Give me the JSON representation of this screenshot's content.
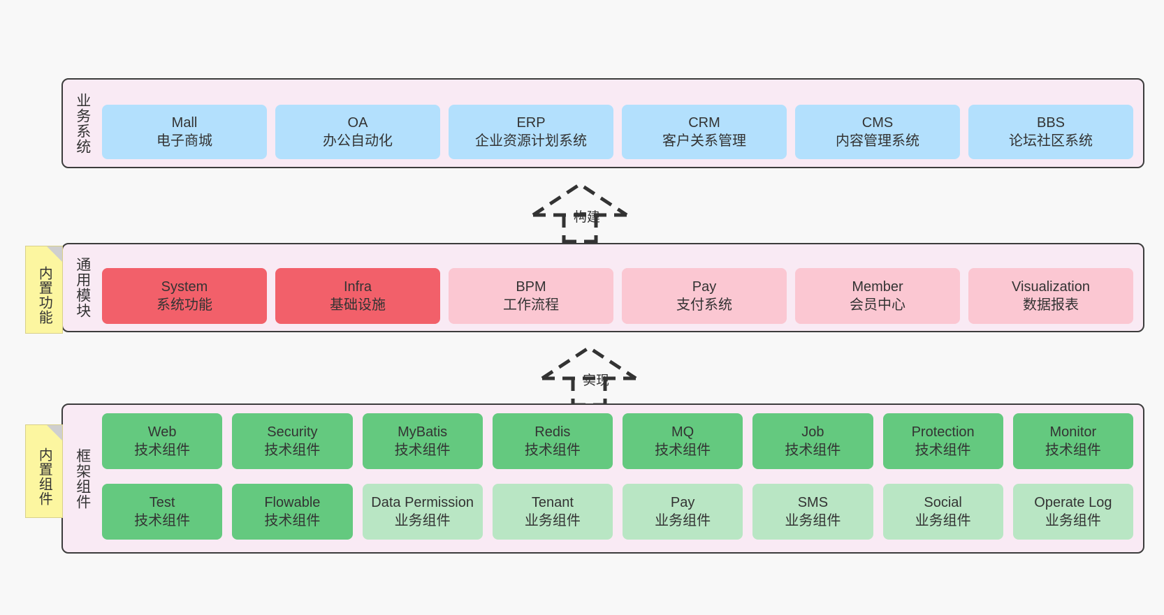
{
  "layers": [
    {
      "id": "business",
      "title": "业务系统",
      "color": "#b3e0fd",
      "items": [
        {
          "name": "Mall",
          "sub": "电子商城"
        },
        {
          "name": "OA",
          "sub": "办公自动化"
        },
        {
          "name": "ERP",
          "sub": "企业资源计划系统"
        },
        {
          "name": "CRM",
          "sub": "客户关系管理"
        },
        {
          "name": "CMS",
          "sub": "内容管理系统"
        },
        {
          "name": "BBS",
          "sub": "论坛社区系统"
        }
      ]
    },
    {
      "id": "common",
      "title": "通用模块",
      "items": [
        {
          "name": "System",
          "sub": "系统功能",
          "color": "#f2606a"
        },
        {
          "name": "Infra",
          "sub": "基础设施",
          "color": "#f2606a"
        },
        {
          "name": "BPM",
          "sub": "工作流程",
          "color": "#fbc7d2"
        },
        {
          "name": "Pay",
          "sub": "支付系统",
          "color": "#fbc7d2"
        },
        {
          "name": "Member",
          "sub": "会员中心",
          "color": "#fbc7d2"
        },
        {
          "name": "Visualization",
          "sub": "数据报表",
          "color": "#fbc7d2"
        }
      ]
    },
    {
      "id": "framework",
      "title": "框架组件",
      "row1": [
        {
          "name": "Web",
          "sub": "技术组件",
          "color": "#64c97f"
        },
        {
          "name": "Security",
          "sub": "技术组件",
          "color": "#64c97f"
        },
        {
          "name": "MyBatis",
          "sub": "技术组件",
          "color": "#64c97f"
        },
        {
          "name": "Redis",
          "sub": "技术组件",
          "color": "#64c97f"
        },
        {
          "name": "MQ",
          "sub": "技术组件",
          "color": "#64c97f"
        },
        {
          "name": "Job",
          "sub": "技术组件",
          "color": "#64c97f"
        },
        {
          "name": "Protection",
          "sub": "技术组件",
          "color": "#64c97f"
        },
        {
          "name": "Monitor",
          "sub": "技术组件",
          "color": "#64c97f"
        }
      ],
      "row2": [
        {
          "name": "Test",
          "sub": "技术组件",
          "color": "#64c97f"
        },
        {
          "name": "Flowable",
          "sub": "技术组件",
          "color": "#64c97f"
        },
        {
          "name": "Data Permission",
          "sub": "业务组件",
          "color": "#b9e6c4"
        },
        {
          "name": "Tenant",
          "sub": "业务组件",
          "color": "#b9e6c4"
        },
        {
          "name": "Pay",
          "sub": "业务组件",
          "color": "#b9e6c4"
        },
        {
          "name": "SMS",
          "sub": "业务组件",
          "color": "#b9e6c4"
        },
        {
          "name": "Social",
          "sub": "业务组件",
          "color": "#b9e6c4"
        },
        {
          "name": "Operate Log",
          "sub": "业务组件",
          "color": "#b9e6c4"
        }
      ]
    }
  ],
  "sticky_notes": [
    {
      "id": "builtin-function",
      "label": "内置功能"
    },
    {
      "id": "builtin-component",
      "label": "内置组件"
    }
  ],
  "arrows": [
    {
      "id": "build",
      "label": "构建"
    },
    {
      "id": "implement",
      "label": "实现"
    }
  ],
  "colors": {
    "panel_bg": "#f9eaf4",
    "panel_border": "#3c3c3c",
    "business": "#b3e0fd",
    "core_module": "#f2606a",
    "module": "#fbc7d2",
    "tech_component": "#64c97f",
    "biz_component": "#b9e6c4",
    "sticky": "#fcf6a0",
    "canvas": "#f8f8f8"
  }
}
